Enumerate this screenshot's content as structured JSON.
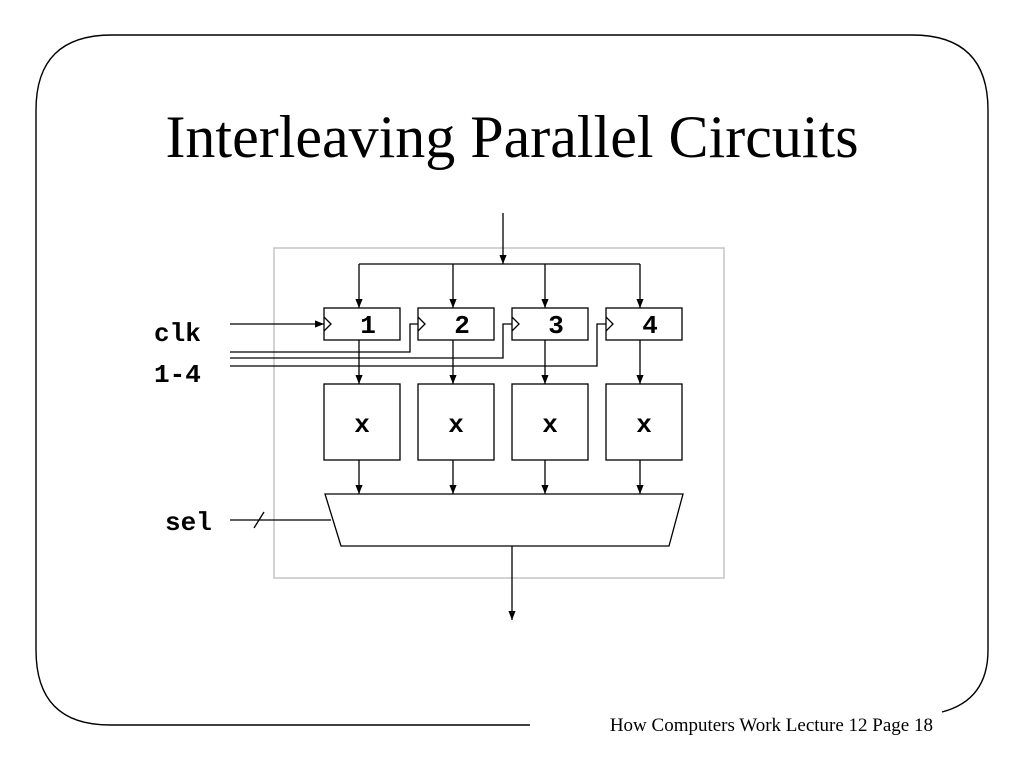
{
  "slide": {
    "title": "Interleaving Parallel Circuits",
    "footer": "How Computers Work Lecture 12 Page 18"
  },
  "diagram": {
    "inputs": {
      "clk_label": "clk",
      "enable_label": "1-4",
      "sel_label": "sel"
    },
    "registers": [
      {
        "label": "1"
      },
      {
        "label": "2"
      },
      {
        "label": "3"
      },
      {
        "label": "4"
      }
    ],
    "multipliers": [
      {
        "label": "x"
      },
      {
        "label": "x"
      },
      {
        "label": "x"
      },
      {
        "label": "x"
      }
    ]
  }
}
